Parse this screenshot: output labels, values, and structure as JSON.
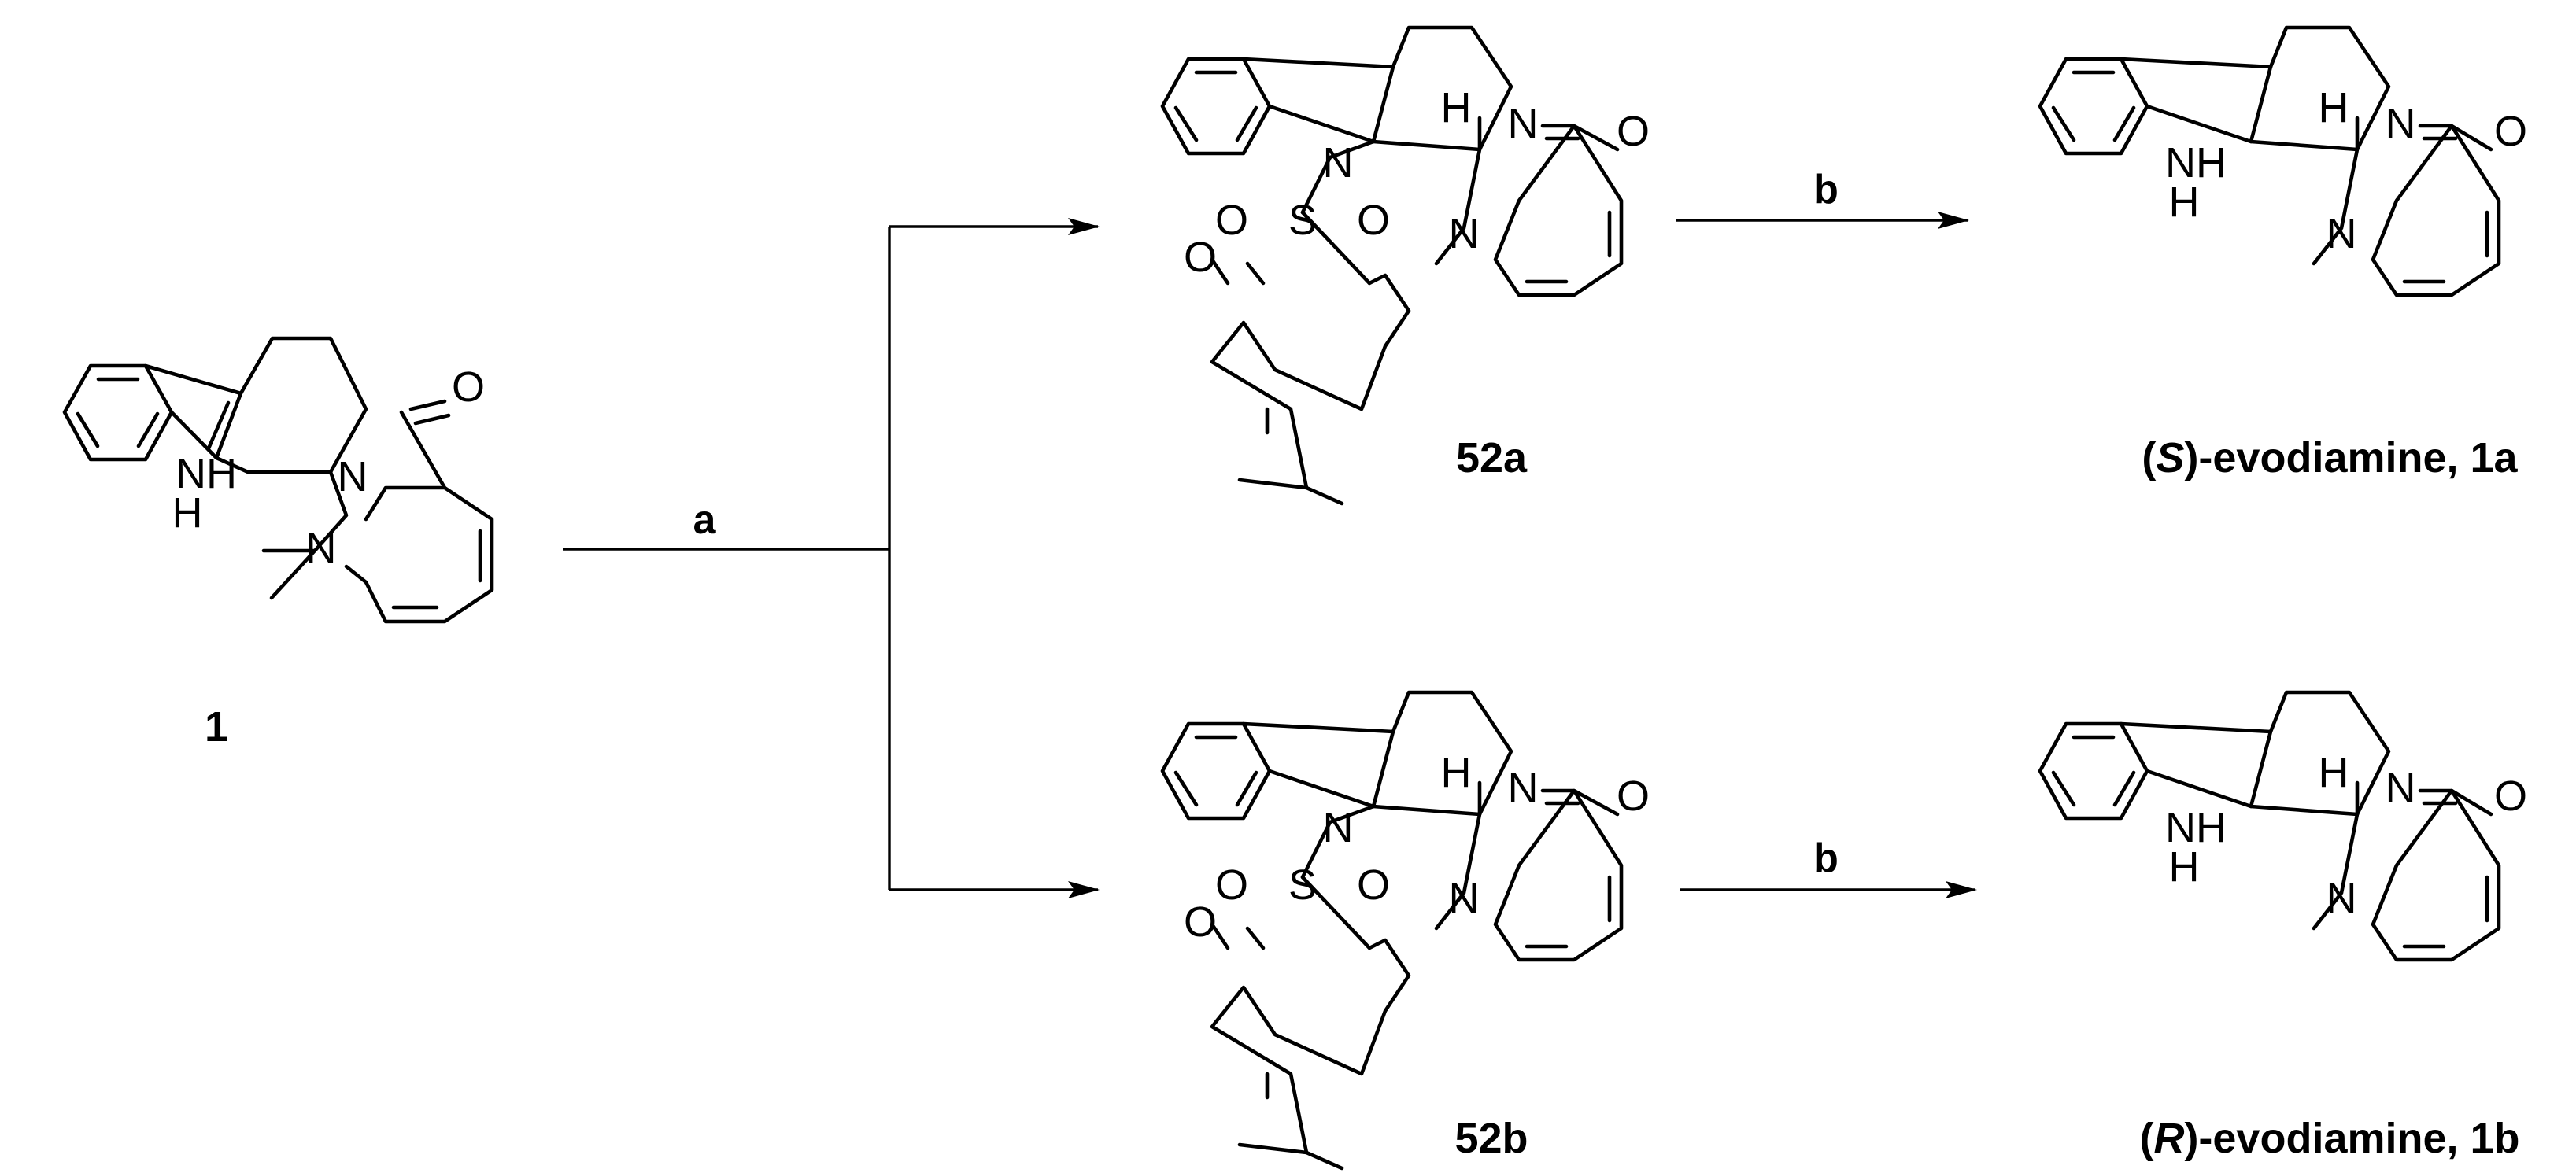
{
  "atoms": {
    "N": "N",
    "NH": "NH",
    "N_of_NH": "N",
    "H": "H",
    "O": "O",
    "S": "S"
  },
  "reagents": {
    "a": "a",
    "b": "b"
  },
  "compounds": {
    "start": "1",
    "sulfonamide_S": "52a",
    "sulfonamide_R": "52b",
    "product_S": {
      "open": "(",
      "stereo": "S",
      "rest": ")-evodiamine, 1a"
    },
    "product_R": {
      "open": "(",
      "stereo": "R",
      "rest": ")-evodiamine, 1b"
    }
  },
  "colors": {
    "ink": "#000000",
    "background": "#ffffff"
  }
}
